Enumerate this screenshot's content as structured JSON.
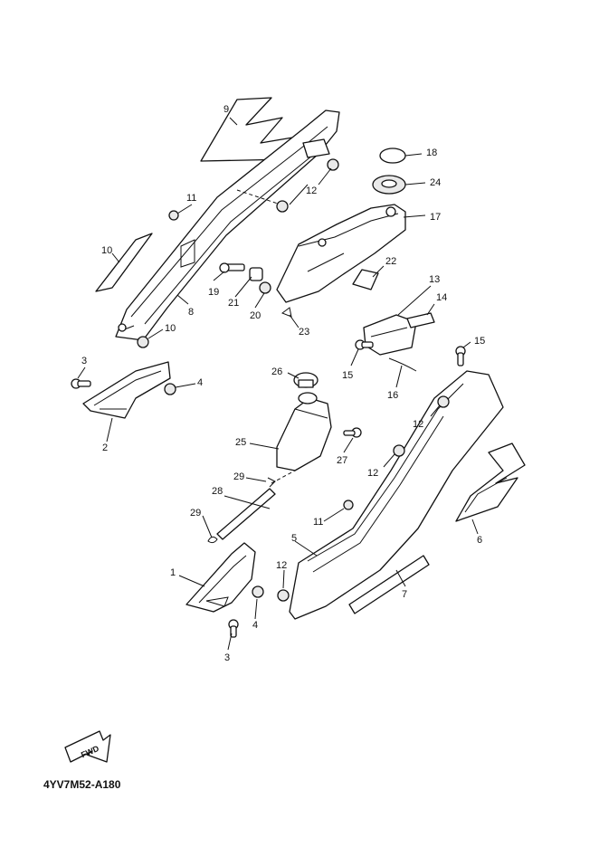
{
  "diagram": {
    "reference_code": "4YV7M52-A180",
    "forward_marker": "FWD",
    "callouts": [
      "9",
      "11",
      "12",
      "10",
      "19",
      "21",
      "20",
      "8",
      "10",
      "3",
      "4",
      "2",
      "18",
      "24",
      "17",
      "22",
      "23",
      "13",
      "14",
      "15",
      "16",
      "15",
      "26",
      "12",
      "25",
      "27",
      "12",
      "29",
      "28",
      "29",
      "11",
      "6",
      "5",
      "12",
      "7",
      "1",
      "4",
      "3"
    ]
  }
}
